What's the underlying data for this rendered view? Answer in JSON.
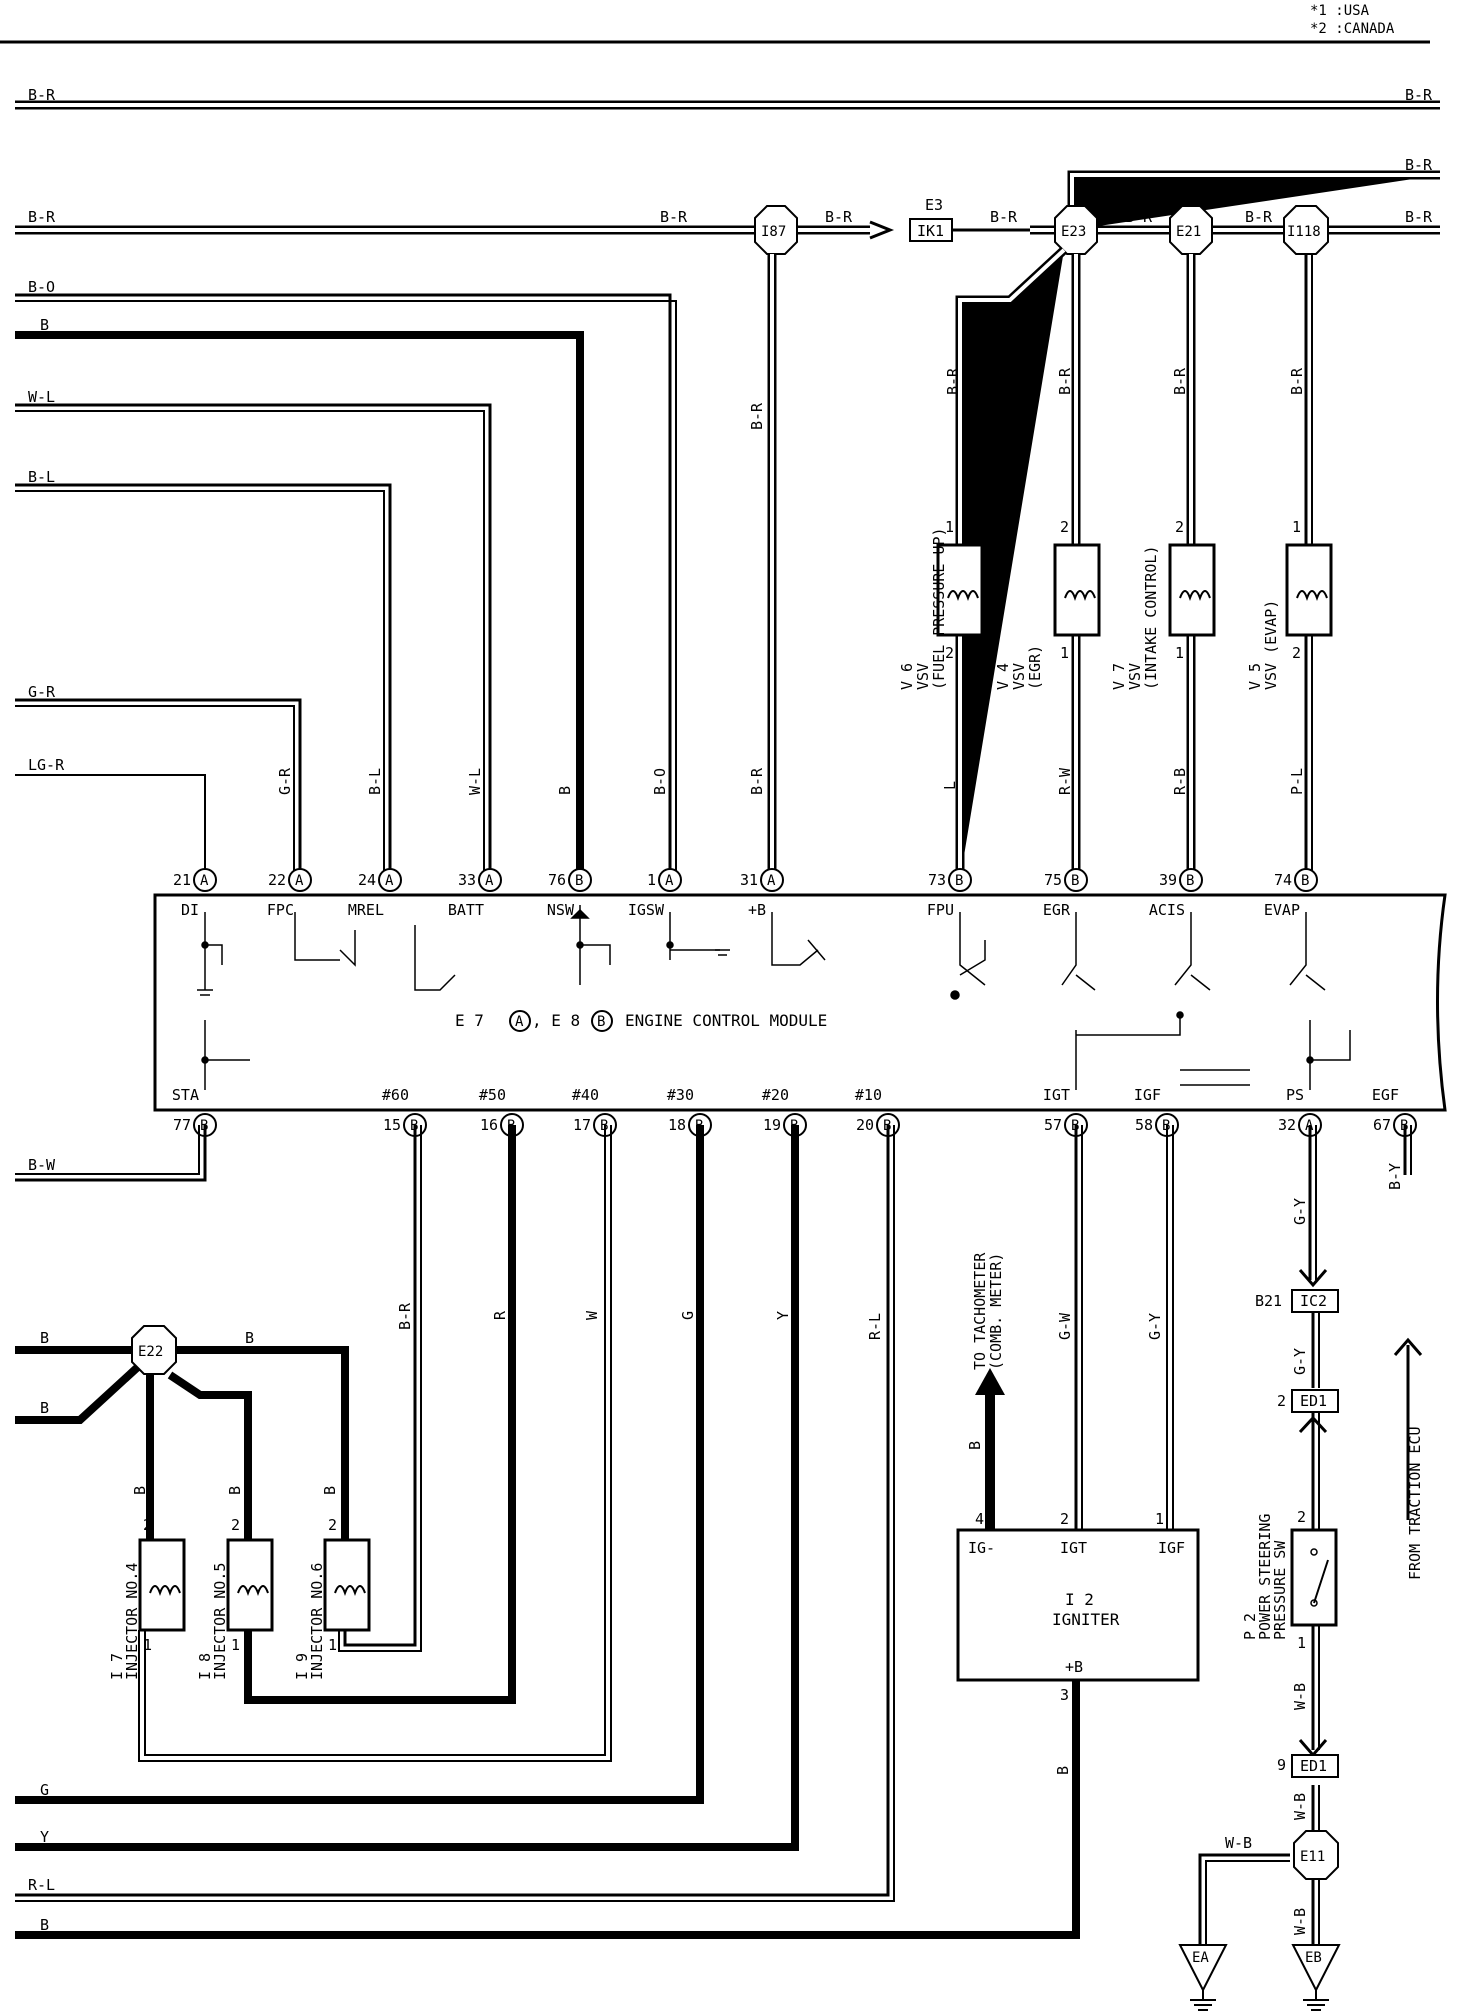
{
  "legend": {
    "line1": "*1 :USA",
    "line2": "*2 :CANADA"
  },
  "ecm": {
    "title_prefix": "E 7",
    "conn_a": "A",
    "title_mid": ", E 8",
    "conn_b": "B",
    "title_suffix": "ENGINE CONTROL MODULE",
    "top_pins": [
      {
        "pin": "21",
        "conn": "A",
        "name": "DI",
        "wire": ""
      },
      {
        "pin": "22",
        "conn": "A",
        "name": "FPC",
        "wire": "G-R"
      },
      {
        "pin": "24",
        "conn": "A",
        "name": "MREL",
        "wire": "B-L"
      },
      {
        "pin": "33",
        "conn": "A",
        "name": "BATT",
        "wire": "W-L"
      },
      {
        "pin": "76",
        "conn": "B",
        "name": "NSW",
        "wire": "B"
      },
      {
        "pin": "1",
        "conn": "A",
        "name": "IGSW",
        "wire": "B-O"
      },
      {
        "pin": "31",
        "conn": "A",
        "name": "+B",
        "wire": "B-R"
      },
      {
        "pin": "73",
        "conn": "B",
        "name": "FPU",
        "wire": "L"
      },
      {
        "pin": "75",
        "conn": "B",
        "name": "EGR",
        "wire": "R-W"
      },
      {
        "pin": "39",
        "conn": "B",
        "name": "ACIS",
        "wire": "R-B"
      },
      {
        "pin": "74",
        "conn": "B",
        "name": "EVAP",
        "wire": "P-L"
      }
    ],
    "bottom_pins": [
      {
        "pin": "77",
        "conn": "B",
        "name": "STA",
        "wire": ""
      },
      {
        "pin": "15",
        "conn": "B",
        "name": "#60",
        "wire": "B-R"
      },
      {
        "pin": "16",
        "conn": "B",
        "name": "#50",
        "wire": "R"
      },
      {
        "pin": "17",
        "conn": "B",
        "name": "#40",
        "wire": "W"
      },
      {
        "pin": "18",
        "conn": "B",
        "name": "#30",
        "wire": "G"
      },
      {
        "pin": "19",
        "conn": "B",
        "name": "#20",
        "wire": "Y"
      },
      {
        "pin": "20",
        "conn": "B",
        "name": "#10",
        "wire": "R-L"
      },
      {
        "pin": "57",
        "conn": "B",
        "name": "IGT",
        "wire": "G-W"
      },
      {
        "pin": "58",
        "conn": "B",
        "name": "IGF",
        "wire": "G-Y"
      },
      {
        "pin": "32",
        "conn": "A",
        "name": "PS",
        "wire": "G-Y"
      },
      {
        "pin": "67",
        "conn": "B",
        "name": "EGF",
        "wire": "B-Y"
      }
    ]
  },
  "left_wires": [
    "B-R",
    "B-R",
    "B-O",
    "B",
    "W-L",
    "B-L",
    "G-R",
    "LG-R",
    "B-W",
    "B",
    "B",
    "G",
    "Y",
    "R-L",
    "B"
  ],
  "right_wires": [
    "B-R",
    "B-R",
    "B-R"
  ],
  "junctions": {
    "i87": "I87",
    "e23": "E23",
    "e21": "E21",
    "i118": "I118",
    "e22": "E22",
    "e11": "E11"
  },
  "connector_ik1": {
    "id": "E3",
    "name": "IK1"
  },
  "harness_wire_labels": {
    "b_r": "B-R",
    "b": "B"
  },
  "vsvs": [
    {
      "id": "V 6",
      "lines": [
        "VSV",
        "(FUEL PRESSURE UP)"
      ],
      "pin_top": "1",
      "pin_bot": "2",
      "wire_top": "B-R"
    },
    {
      "id": "V 4",
      "lines": [
        "VSV",
        "(EGR)"
      ],
      "pin_top": "2",
      "pin_bot": "1",
      "wire_top": "B-R"
    },
    {
      "id": "V 7",
      "lines": [
        "VSV",
        "(INTAKE CONTROL)"
      ],
      "pin_top": "2",
      "pin_bot": "1",
      "wire_top": "B-R"
    },
    {
      "id": "V 5",
      "lines": [
        "VSV (EVAP)"
      ],
      "pin_top": "1",
      "pin_bot": "2",
      "wire_top": "B-R"
    }
  ],
  "injectors": [
    {
      "id": "I 7",
      "name": "INJECTOR NO.4",
      "pin_top": "2",
      "pin_bot": "1",
      "wire": "B"
    },
    {
      "id": "I 8",
      "name": "INJECTOR NO.5",
      "pin_top": "2",
      "pin_bot": "1",
      "wire": "B"
    },
    {
      "id": "I 9",
      "name": "INJECTOR NO.6",
      "pin_top": "2",
      "pin_bot": "1",
      "wire": "B"
    }
  ],
  "igniter": {
    "id": "I 2",
    "name": "IGNITER",
    "pins": [
      {
        "label": "IG-",
        "num": "4"
      },
      {
        "label": "IGT",
        "num": "2"
      },
      {
        "label": "IGF",
        "num": "1"
      }
    ],
    "bplus": "+B",
    "bplus_num": "3",
    "wire_ig": "B",
    "wire_b": "B"
  },
  "tachometer": {
    "line1": "TO TACHOMETER",
    "line2": "(COMB. METER)"
  },
  "traction": "FROM TRACTION ECU",
  "ps_switch": {
    "id": "P 2",
    "line1": "POWER STEERING",
    "line2": "PRESSURE SW",
    "pin_top": "2",
    "pin_bot": "1"
  },
  "connectors_right": [
    {
      "pin": "B21",
      "name": "IC2"
    },
    {
      "pin": "2",
      "name": "ED1"
    },
    {
      "pin": "9",
      "name": "ED1"
    }
  ],
  "ps_wires": [
    "G-Y",
    "G-Y",
    "W-B",
    "W-B",
    "W-B",
    "W-B"
  ],
  "grounds": [
    "EA",
    "EB"
  ]
}
